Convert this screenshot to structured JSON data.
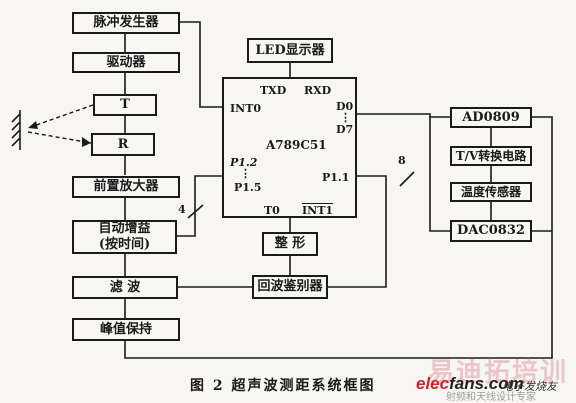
{
  "blocks": {
    "pulse_gen": "脉冲发生器",
    "driver": "驱动器",
    "transmitter": "T",
    "receiver": "R",
    "preamp": "前置放大器",
    "agc_line1": "自动增益",
    "agc_line2": "(按时间)",
    "filter": "滤 波",
    "peak_hold": "峰值保持",
    "led": "LED显示器",
    "mcu": "A789C51",
    "shaper": "整 形",
    "echo_disc": "回波鉴别器",
    "adc": "AD0809",
    "tv_conv": "T/V转换电路",
    "temp_sensor": "温度传感器",
    "dac": "DAC0832"
  },
  "pins": {
    "txd": "TXD",
    "rxd": "RXD",
    "int0": "INT0",
    "d0": "D0",
    "dots": "⋮",
    "d7": "D7",
    "p12": "P1.2",
    "p15": "P1.5",
    "p11": "P1.1",
    "t0": "T0",
    "int1": "INT1"
  },
  "bus_widths": {
    "agc_bus": "4",
    "data_bus": "8"
  },
  "caption": "图 2   超声波测距系统框图",
  "watermark": {
    "big": "易迪拓培训",
    "site_red": "elec",
    "site_dark": "fans.com",
    "site_cn": "电子发烧友",
    "sub": "射频和天线设计专家"
  }
}
